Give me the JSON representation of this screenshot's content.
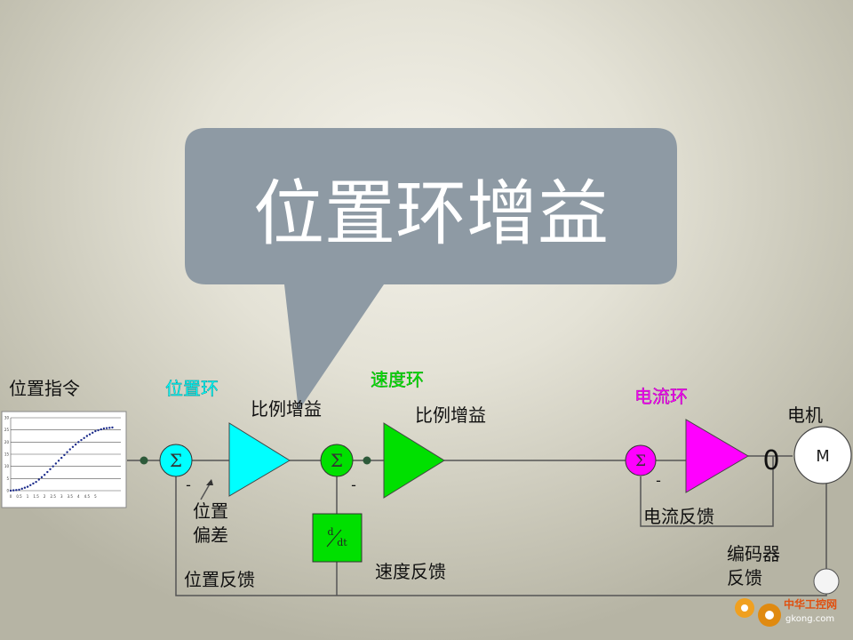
{
  "title": "位置环增益",
  "labels": {
    "position_command": "位置指令",
    "position_loop": "位置环",
    "speed_loop": "速度环",
    "current_loop": "电流环",
    "prop_gain_1": "比例增益",
    "prop_gain_2": "比例增益",
    "motor": "电机",
    "motor_letter": "M",
    "position_error_1": "位置",
    "position_error_2": "偏差",
    "position_feedback": "位置反馈",
    "speed_feedback": "速度反馈",
    "current_feedback": "电流反馈",
    "encoder_feedback_1": "编码器",
    "encoder_feedback_2": "反馈",
    "sigma": "Σ",
    "minus": "-",
    "derivative_d": "d",
    "derivative_dt": "dt",
    "zero": "0"
  },
  "watermark": {
    "name": "中华工控网",
    "url": "gkong.com"
  },
  "colors": {
    "position_loop": "#00ffff",
    "speed_loop": "#00e000",
    "current_loop": "#ff00ff",
    "callout": "#8e9aa4"
  },
  "chart_data": {
    "type": "scatter",
    "x": [
      0,
      0.5,
      1,
      1.5,
      2,
      2.5,
      3,
      3.5,
      4,
      4.5,
      5,
      5.5,
      6
    ],
    "y": [
      0,
      0.4,
      1.6,
      3.6,
      6.5,
      10,
      13.5,
      17,
      20,
      22.5,
      24.5,
      25.6,
      26
    ],
    "xticks": [
      "0",
      "0.5",
      "1",
      "1.5",
      "2",
      "2.5",
      "3",
      "3.5",
      "4",
      "4.5",
      "5"
    ],
    "yticks": [
      "0",
      "5",
      "10",
      "15",
      "20",
      "25",
      "30"
    ],
    "xlim": [
      0,
      6.5
    ],
    "ylim": [
      0,
      30
    ],
    "grid": true
  }
}
